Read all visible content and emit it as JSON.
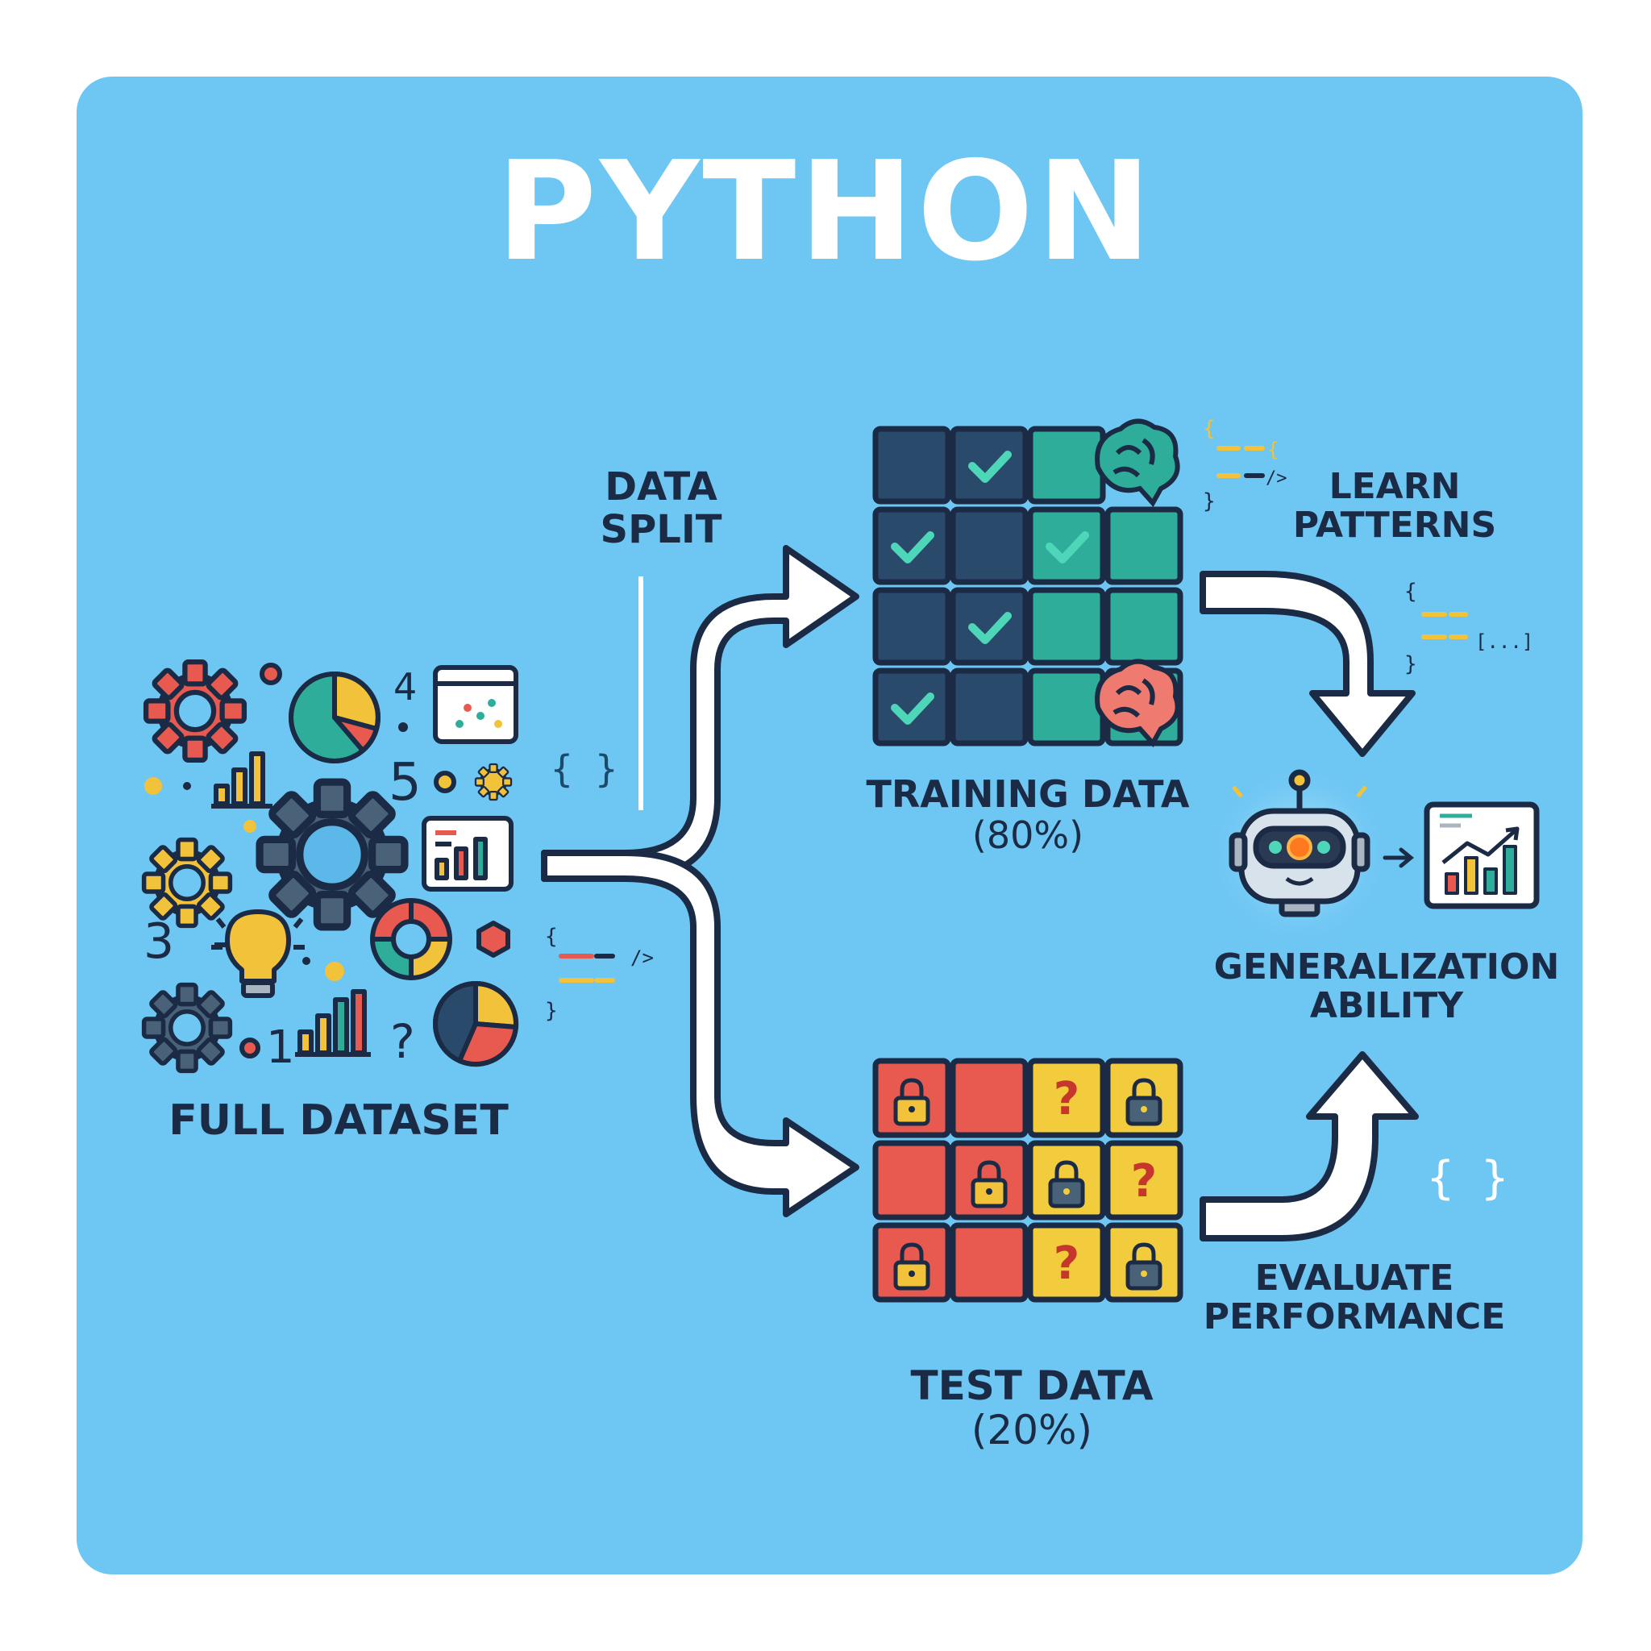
{
  "title": "PYTHON",
  "labels": {
    "data_split_line1": "DATA",
    "data_split_line2": "SPLIT",
    "full_dataset": "FULL DATASET",
    "training_line1": "TRAINING DATA",
    "training_line2": "(80%)",
    "test_line1": "TEST DATA",
    "test_line2": "(20%)",
    "learn_line1": "LEARN",
    "learn_line2": "PATTERNS",
    "evaluate_line1": "EVALUATE",
    "evaluate_line2": "PERFORMANCE",
    "general_line1": "GENERALIZATION",
    "general_line2": "ABILITY"
  },
  "decor": {
    "braces": "{ }",
    "num_1": "1",
    "num_3": "3",
    "num_4": "4",
    "num_5": "5",
    "question": "?",
    "code_end": "/>",
    "ellipsis_bracket": "[...]",
    "brace_open": "{",
    "brace_close": "}"
  },
  "colors": {
    "background": "#6EC6F3",
    "dark_navy": "#1B2B45",
    "training_dark": "#2A4A6B",
    "training_teal": "#2EAE9A",
    "check_teal": "#4ED6B8",
    "test_red": "#E85A50",
    "test_yellow": "#F2CC3C",
    "gear_red": "#E85A50",
    "gear_yellow": "#F2C23A",
    "gear_gray": "#4A6278",
    "arrow_white": "#FFFFFF"
  },
  "icons": {
    "training_grid_symbols": [
      "check-icon",
      "brain-icon"
    ],
    "test_grid_symbols": [
      "lock-icon",
      "question-icon"
    ],
    "generalization": [
      "robot-icon",
      "rising-chart-icon"
    ]
  }
}
